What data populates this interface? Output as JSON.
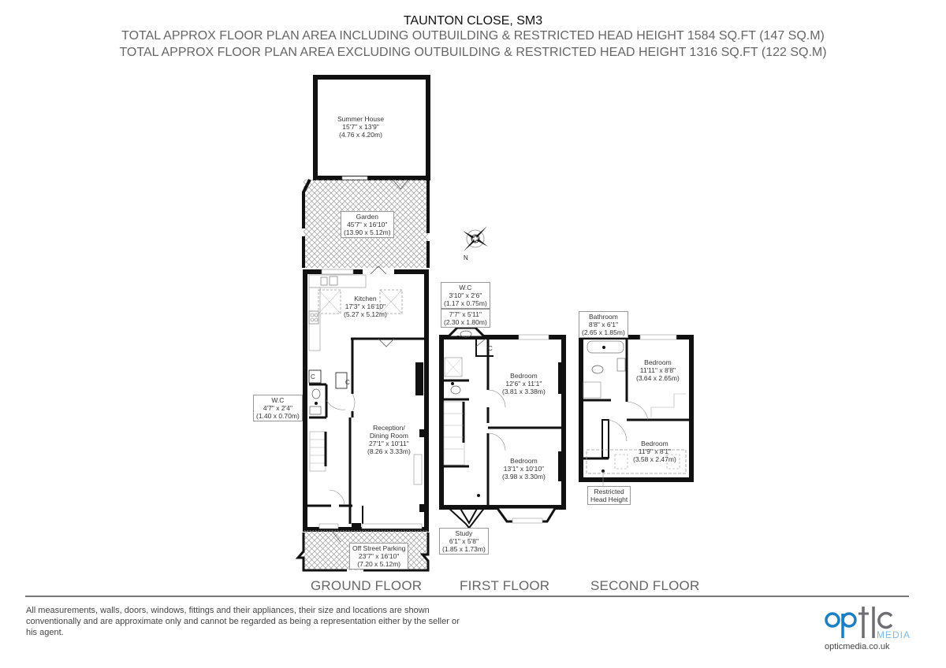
{
  "header": {
    "title": "TAUNTON CLOSE, SM3",
    "line1": "TOTAL APPROX FLOOR PLAN AREA INCLUDING OUTBUILDING & RESTRICTED HEAD HEIGHT 1584 SQ.FT (147 SQ.M)",
    "line2": "TOTAL APPROX FLOOR PLAN AREA EXCLUDING OUTBUILDING & RESTRICTED HEAD HEIGHT 1316 SQ.FT (122 SQ.M)"
  },
  "compass": {
    "label": "N",
    "icon": "compass-rose-icon"
  },
  "floors": {
    "ground": {
      "label": "GROUND FLOOR",
      "rooms": {
        "summer_house": {
          "name": "Summer House",
          "imperial": "15'7\" x 13'9\"",
          "metric": "(4.76 x 4.20m)"
        },
        "garden": {
          "name": "Garden",
          "imperial": "45'7\" x 16'10\"",
          "metric": "(13.90 x 5.12m)"
        },
        "kitchen": {
          "name": "Kitchen",
          "imperial": "17'3\" x 16'10\"",
          "metric": "(5.27 x 5.12m)"
        },
        "reception": {
          "name": "Reception/",
          "name2": "Dining Room",
          "imperial": "27'1\" x 10'11\"",
          "metric": "(8.26 x 3.33m)"
        },
        "wc": {
          "name": "W.C",
          "imperial": "4'7\" x 2'4\"",
          "metric": "(1.40 x 0.70m)"
        },
        "parking": {
          "name": "Off Street Parking",
          "imperial": "23'7\" x 16'10\"",
          "metric": "(7.20 x 5.12m)"
        },
        "cupboard1": {
          "name": "C"
        },
        "cupboard2": {
          "name": "C"
        }
      }
    },
    "first": {
      "label": "FIRST FLOOR",
      "rooms": {
        "wc": {
          "name": "W.C",
          "imperial": "3'10\" x 2'6\"",
          "metric": "(1.17 x 0.75m)"
        },
        "shower": {
          "imperial": "7'7\" x 5'11\"",
          "metric": "(2.30 x 1.80m)"
        },
        "bedroom1": {
          "name": "Bedroom",
          "imperial": "12'6\" x 11'1\"",
          "metric": "(3.81 x 3.38m)"
        },
        "bedroom2": {
          "name": "Bedroom",
          "imperial": "13'1\" x 10'10\"",
          "metric": "(3.98 x 3.30m)"
        },
        "study": {
          "name": "Study",
          "imperial": "6'1\" x 5'8\"",
          "metric": "(1.85 x 1.73m)"
        },
        "cupboard": {
          "name": "C"
        }
      }
    },
    "second": {
      "label": "SECOND FLOOR",
      "rooms": {
        "bathroom": {
          "name": "Bathroom",
          "imperial": "8'8\" x 6'1\"",
          "metric": "(2.65 x 1.85m)"
        },
        "bedroom1": {
          "name": "Bedroom",
          "imperial": "11'11\" x 8'8\"",
          "metric": "(3.64 x 2.65m)"
        },
        "bedroom2": {
          "name": "Bedroom",
          "imperial": "11'9\" x 8'1\"",
          "metric": "(3.58 x 2.47m)"
        },
        "restricted": {
          "name": "Restricted",
          "name2": "Head Height"
        }
      }
    }
  },
  "footer": {
    "disclaimer": "All measurements, walls, doors, windows, fittings and their appliances, their size and locations are shown conventionally and are approximate only and cannot be regarded as being a representation either by the seller or his agent.",
    "logo_top": "optic",
    "logo_bottom": "MEDIA",
    "url": "opticmedia.co.uk"
  },
  "colors": {
    "wall": "#111111",
    "text_grey": "#666666",
    "logo_blue": "#1a7fc4",
    "logo_grey": "#6d6e71",
    "logo_light_blue": "#7fb8e0"
  }
}
